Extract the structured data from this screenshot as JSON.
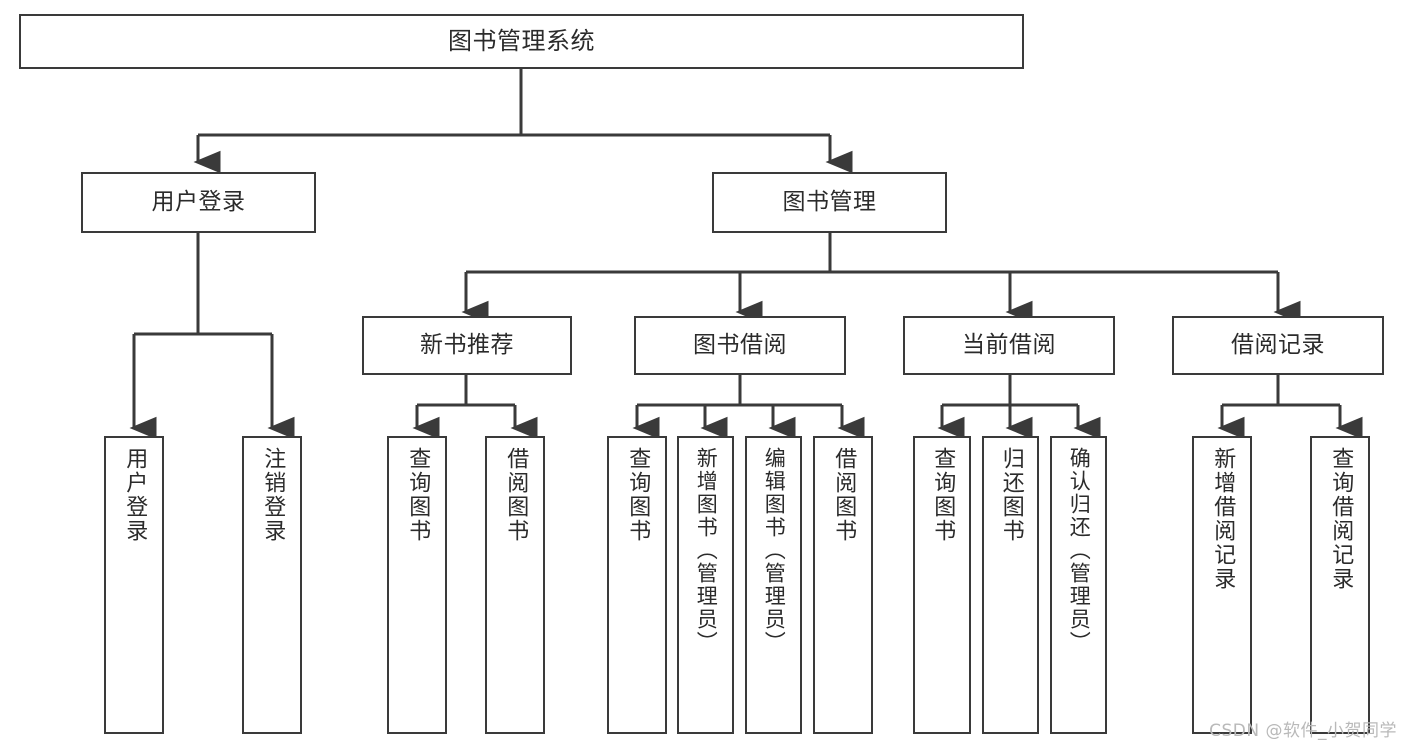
{
  "diagram": {
    "title": "图书管理系统",
    "root": {
      "label": "图书管理系统"
    },
    "level1": [
      {
        "label": "用户登录"
      },
      {
        "label": "图书管理"
      }
    ],
    "level2": [
      {
        "label": "新书推荐"
      },
      {
        "label": "图书借阅"
      },
      {
        "label": "当前借阅"
      },
      {
        "label": "借阅记录"
      }
    ],
    "leaves": {
      "user_login": [
        {
          "label": "用户登录"
        },
        {
          "label": "注销登录"
        }
      ],
      "new_book_recommend": [
        {
          "label": "查询图书"
        },
        {
          "label": "借阅图书"
        }
      ],
      "book_borrow": [
        {
          "label": "查询图书"
        },
        {
          "label": "新增图书（管理员）"
        },
        {
          "label": "编辑图书（管理员）"
        },
        {
          "label": "借阅图书"
        }
      ],
      "current_borrow": [
        {
          "label": "查询图书"
        },
        {
          "label": "归还图书"
        },
        {
          "label": "确认归还（管理员）"
        }
      ],
      "borrow_record": [
        {
          "label": "新增借阅记录"
        },
        {
          "label": "查询借阅记录"
        }
      ]
    }
  },
  "watermark": {
    "text": "CSDN @软件_小贺同学"
  },
  "colors": {
    "background": "#ffffff",
    "line": "#3a3a3a",
    "box_border": "#3a3a3a",
    "text": "#2b2b2b",
    "watermark": "#b9b9b9"
  }
}
